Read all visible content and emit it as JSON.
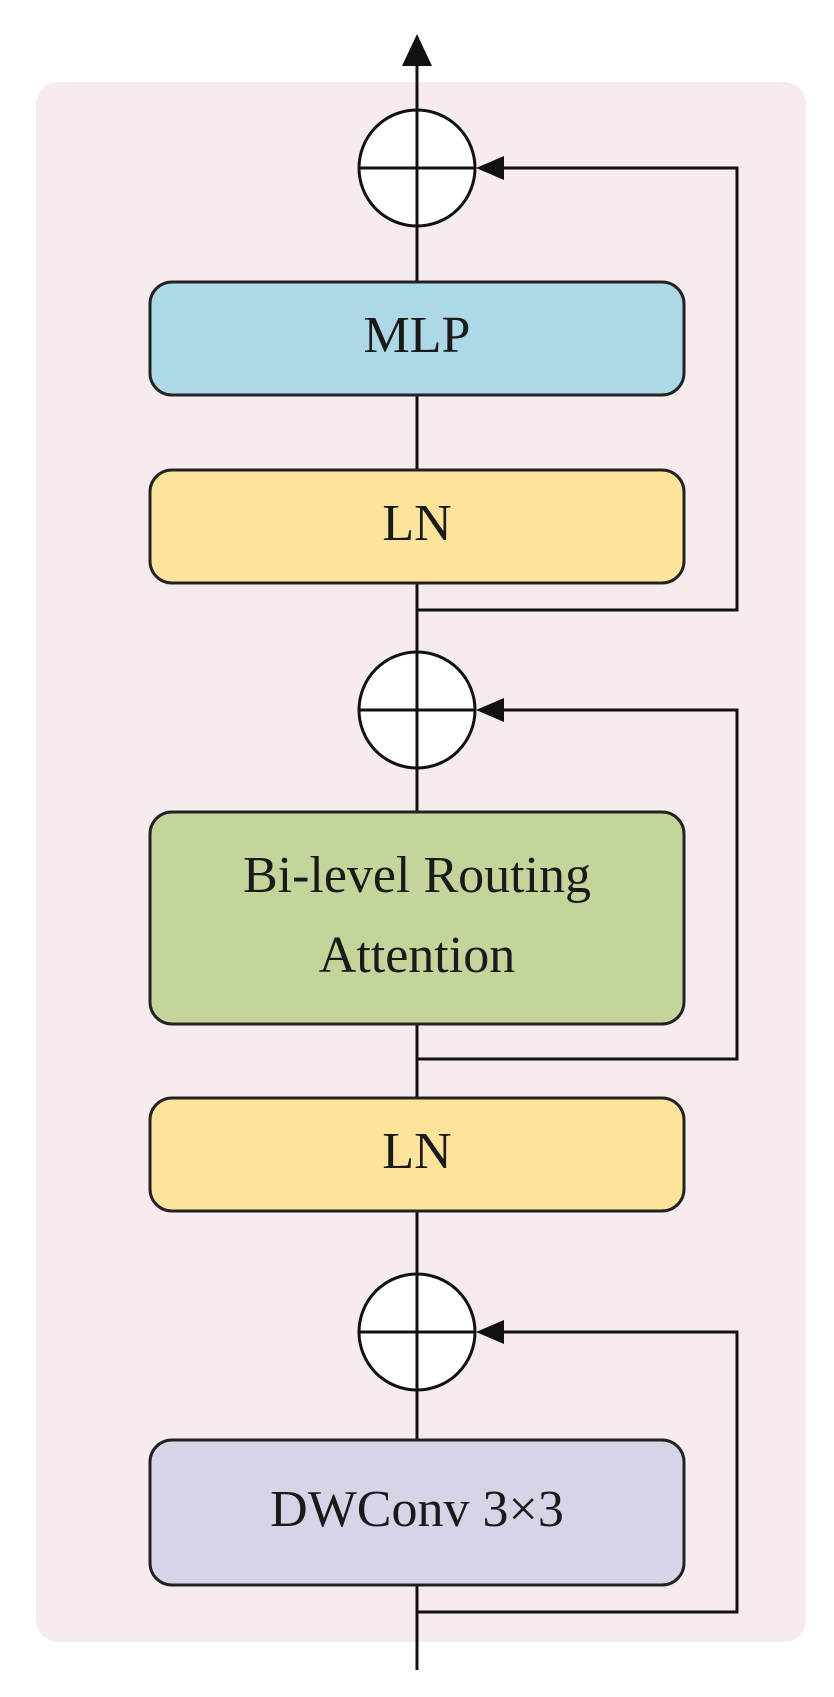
{
  "diagram": {
    "panel_color": "#f7eced",
    "blocks": [
      {
        "id": "mlp",
        "lines": [
          "MLP"
        ],
        "fill": "#add8e6"
      },
      {
        "id": "ln_top",
        "lines": [
          "LN"
        ],
        "fill": "#fde49a"
      },
      {
        "id": "attention",
        "lines": [
          "Bi-level Routing",
          "Attention"
        ],
        "fill": "#c3d59b"
      },
      {
        "id": "ln_mid",
        "lines": [
          "LN"
        ],
        "fill": "#fde49a"
      },
      {
        "id": "dwconv",
        "lines": [
          "DWConv 3×3"
        ],
        "fill": "#d8d4e8"
      }
    ],
    "add_nodes": [
      "add-top",
      "add-middle",
      "add-bottom"
    ],
    "icons": [
      "plus-circle-icon",
      "arrow-up-icon",
      "arrow-left-icon"
    ]
  }
}
